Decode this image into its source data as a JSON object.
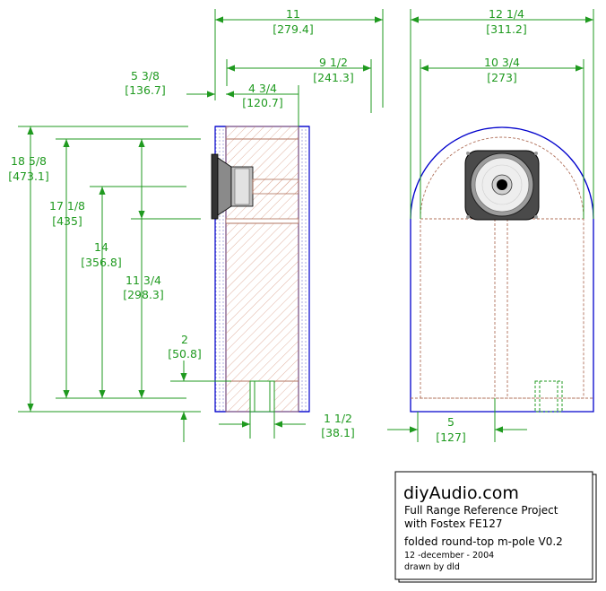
{
  "dimensions": {
    "side_depth": {
      "imperial": "11",
      "metric": "[279.4]"
    },
    "depth_inner": {
      "imperial": "9 1/2",
      "metric": "[241.3]"
    },
    "driver_offset": {
      "imperial": "4 3/4",
      "metric": "[120.7]"
    },
    "top_to_driver": {
      "imperial": "5 3/8",
      "metric": "[136.7]"
    },
    "overall_height": {
      "imperial": "18 5/8",
      "metric": "[473.1]"
    },
    "inner_height": {
      "imperial": "17 1/8",
      "metric": "[435]"
    },
    "driver_height": {
      "imperial": "14",
      "metric": "[356.8]"
    },
    "lower_height": {
      "imperial": "11 3/4",
      "metric": "[298.3]"
    },
    "foot_height": {
      "imperial": "2",
      "metric": "[50.8]"
    },
    "port_width": {
      "imperial": "1 1/2",
      "metric": "[38.1]"
    },
    "front_width": {
      "imperial": "12 1/4",
      "metric": "[311.2]"
    },
    "front_inner_width": {
      "imperial": "10 3/4",
      "metric": "[273]"
    },
    "port_offset": {
      "imperial": "5",
      "metric": "[127]"
    }
  },
  "title_block": {
    "site": "diyAudio.com",
    "line1": "Full Range Reference Project",
    "line2": "with Fostex FE127",
    "line3": "folded round-top m-pole V0.2",
    "date": "12 -december - 2004",
    "author": "drawn by dld"
  },
  "colors": {
    "dimension": "#1f9a1f",
    "outline": "#0000cc",
    "hatch": "#c8856f"
  }
}
